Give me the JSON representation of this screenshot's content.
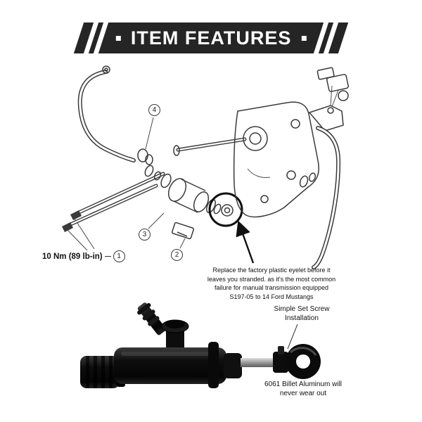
{
  "header": {
    "title": "ITEM FEATURES"
  },
  "diagram": {
    "torque_label": "10 Nm (89 lb-in)",
    "callouts": [
      "1",
      "2",
      "3",
      "4"
    ],
    "warning_note": "Replace the factory plastic eyelet before it leaves you stranded. as it's the most common failure for manual transmission equipped S197-05 to 14 Ford Mustangs"
  },
  "product": {
    "set_screw_label": "Simple Set Screw Installation",
    "billet_label": "6061 Billet Aluminum will never wear out"
  },
  "colors": {
    "banner": "#252525",
    "line_art": "#3a3a3a",
    "product_black": "#0b0b0b",
    "rod_silver": "#9a9a9a"
  }
}
